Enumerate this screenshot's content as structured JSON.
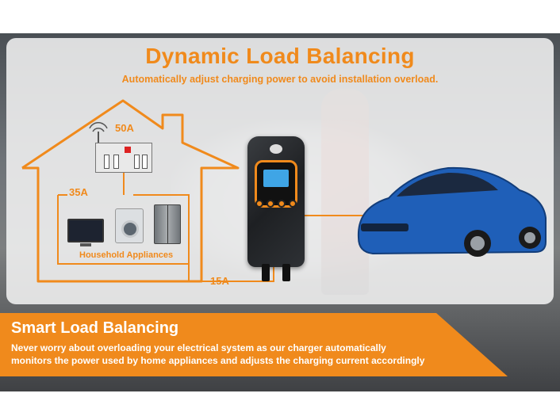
{
  "header": {
    "title": "Dynamic Load Balancing",
    "subtitle": "Automatically adjust charging power to avoid installation overload."
  },
  "diagram": {
    "breaker_label": "50A",
    "household_label": "35A",
    "charger_label": "15A",
    "appliances_label": "Household Appliances",
    "accent_color": "#f08a1c"
  },
  "banner": {
    "title": "Smart Load Balancing",
    "lines": [
      "Never worry about overloading your electrical system as our charger automatically",
      "monitors the power used by home appliances and adjusts the charging current accordingly"
    ],
    "color": "#f08a1c"
  },
  "icons": [
    "wifi-icon",
    "breaker-box-icon",
    "tv-icon",
    "washing-machine-icon",
    "refrigerator-icon",
    "ev-charger-icon",
    "electric-car-icon"
  ]
}
